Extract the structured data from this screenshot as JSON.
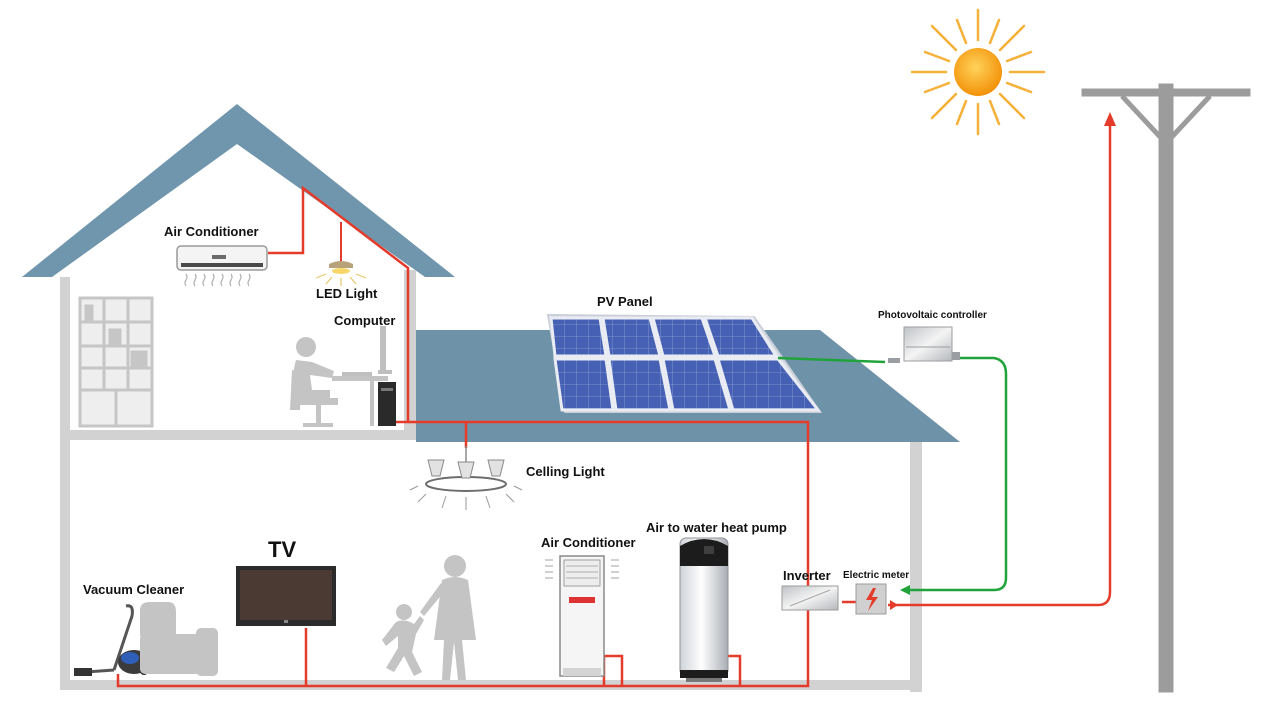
{
  "labels": {
    "air_conditioner_upstairs": "Air Conditioner",
    "led_light": "LED Light",
    "computer": "Computer",
    "pv_panel": "PV Panel",
    "photovoltaic_controller": "Photovoltaic  controller",
    "celling_light": "Celling Light",
    "air_to_water_heat_pump": "Air to water heat pump",
    "air_conditioner_downstairs": "Air Conditioner",
    "tv": "TV",
    "vacuum_cleaner": "Vacuum Cleaner",
    "inverter": "Inverter",
    "electric_meter": "Electric meter"
  },
  "colors": {
    "roof": "#6f96ad",
    "lower_roof": "#6e93a8",
    "house_outline": "#d2d2d2",
    "appliance_gray": "#c4c4c4",
    "ac_wiring": "#e53b2b",
    "dc_wiring": "#21a33b",
    "sun": "#f59a0c",
    "pole": "#9c9c9c",
    "panel": "#3f58a8"
  },
  "icons": [
    "sun-icon",
    "utility-pole-icon",
    "bookshelf-icon",
    "person-at-desk-icon",
    "monitor-icon",
    "vacuum-cleaner-icon",
    "armchair-icon",
    "tv-icon",
    "family-icon",
    "air-conditioner-icon",
    "heat-pump-icon",
    "chandelier-icon",
    "inverter-icon",
    "electric-meter-icon",
    "lightning-icon",
    "pv-controller-icon",
    "led-lamp-icon"
  ]
}
